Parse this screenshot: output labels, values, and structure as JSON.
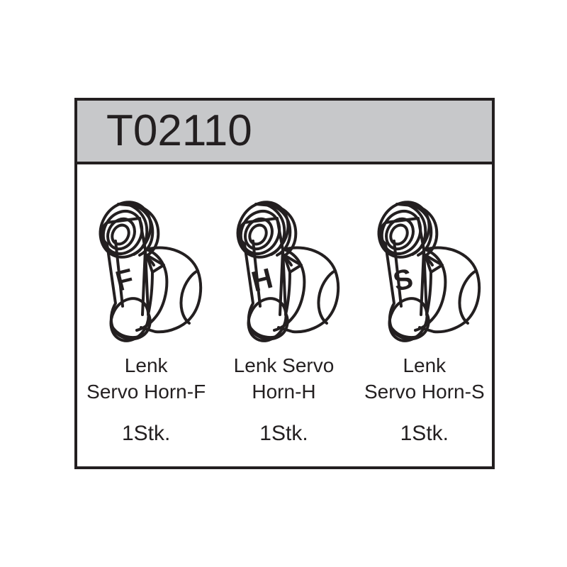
{
  "page": {
    "background_color": "#ffffff",
    "line_color": "#231f20"
  },
  "card": {
    "header": {
      "part_number": "T02110",
      "background_color": "#c7c8ca"
    },
    "parts": [
      {
        "emboss_letter": "F",
        "caption_line1": "Lenk",
        "caption_line2": "Servo Horn-F",
        "quantity": "1Stk.",
        "figure_icon": "servo-horn-icon"
      },
      {
        "emboss_letter": "H",
        "caption_line1": "Lenk Servo",
        "caption_line2": "Horn-H",
        "quantity": "1Stk.",
        "figure_icon": "servo-horn-icon"
      },
      {
        "emboss_letter": "S",
        "caption_line1": "Lenk",
        "caption_line2": "Servo Horn-S",
        "quantity": "1Stk.",
        "figure_icon": "servo-horn-icon"
      }
    ]
  }
}
